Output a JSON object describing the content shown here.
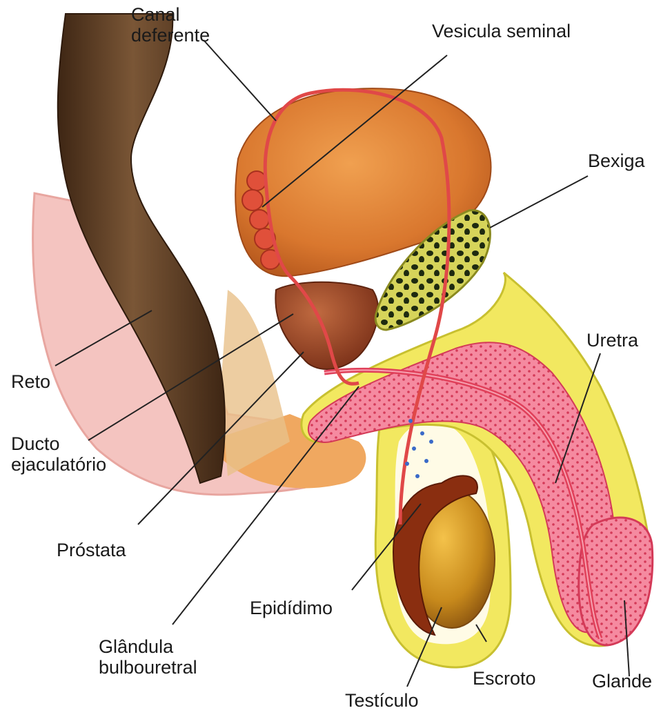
{
  "labels": {
    "canal_deferente": [
      "Canal",
      "deferente"
    ],
    "vesicula_seminal": "Vesicula seminal",
    "bexiga": "Bexiga",
    "uretra": "Uretra",
    "reto": "Reto",
    "ducto_ejaculatorio": [
      "Ducto",
      "ejaculatório"
    ],
    "prostata": "Próstata",
    "epididimo": "Epidídimo",
    "glandula_bulbouretral": [
      "Glândula",
      "bulbouretral"
    ],
    "escroto": "Escroto",
    "glande": "Glande",
    "testiculo": "Testículo"
  },
  "colors": {
    "rectum": "#5a3a22",
    "bladder": "#d9772e",
    "prostate": "#9a4424",
    "seminal_vesicle": "#e0503a",
    "bulbourethral": "#c8c84a",
    "penis_tissue": "#f07a8c",
    "urethra": "#e0405a",
    "scrotum": "#f2e860",
    "testis": "#c88a1c",
    "epididymis": "#8a2e10",
    "ductus": "#e04848",
    "skin": "#f2b8b8",
    "leader_line": "#222222"
  }
}
